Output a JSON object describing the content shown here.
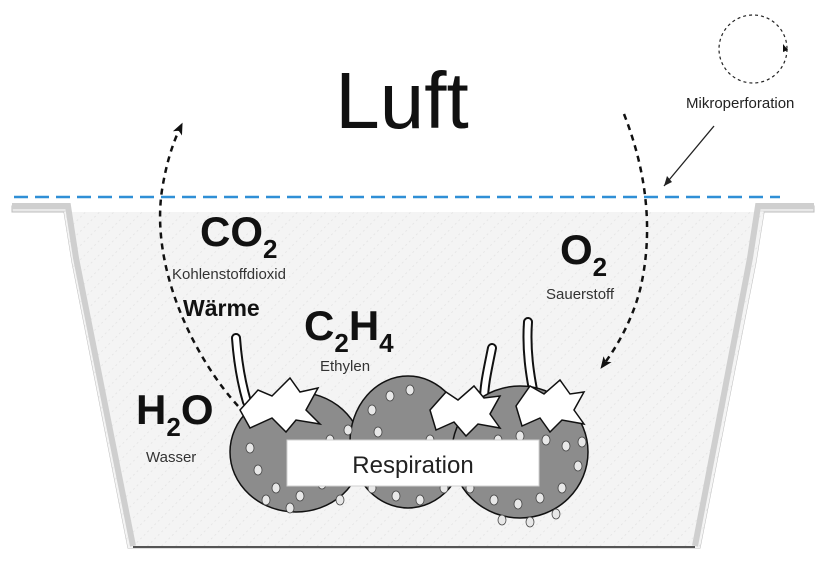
{
  "diagram": {
    "title": "Luft",
    "perforation_label": "Mikroperforation",
    "gases": {
      "co2": {
        "letters": "CO",
        "subscript": "2",
        "caption": "Kohlenstoffdioxid"
      },
      "o2": {
        "letters": "O",
        "subscript": "2",
        "caption": "Sauerstoff"
      },
      "h2o": {
        "letters_a": "H",
        "subscript": "2",
        "letters_b": "O",
        "caption": "Wasser"
      },
      "c2h4": {
        "letters_a": "C",
        "subscript_a": "2",
        "letters_b": "H",
        "subscript_b": "4",
        "caption": "Ethylen"
      }
    },
    "heat_label": "Wärme",
    "process_label": "Respiration",
    "colors": {
      "film_line": "#2f8fd6",
      "ink": "#111111",
      "berry_fill": "#8a8a8a",
      "tray_fill": "#f3f3f3"
    }
  }
}
